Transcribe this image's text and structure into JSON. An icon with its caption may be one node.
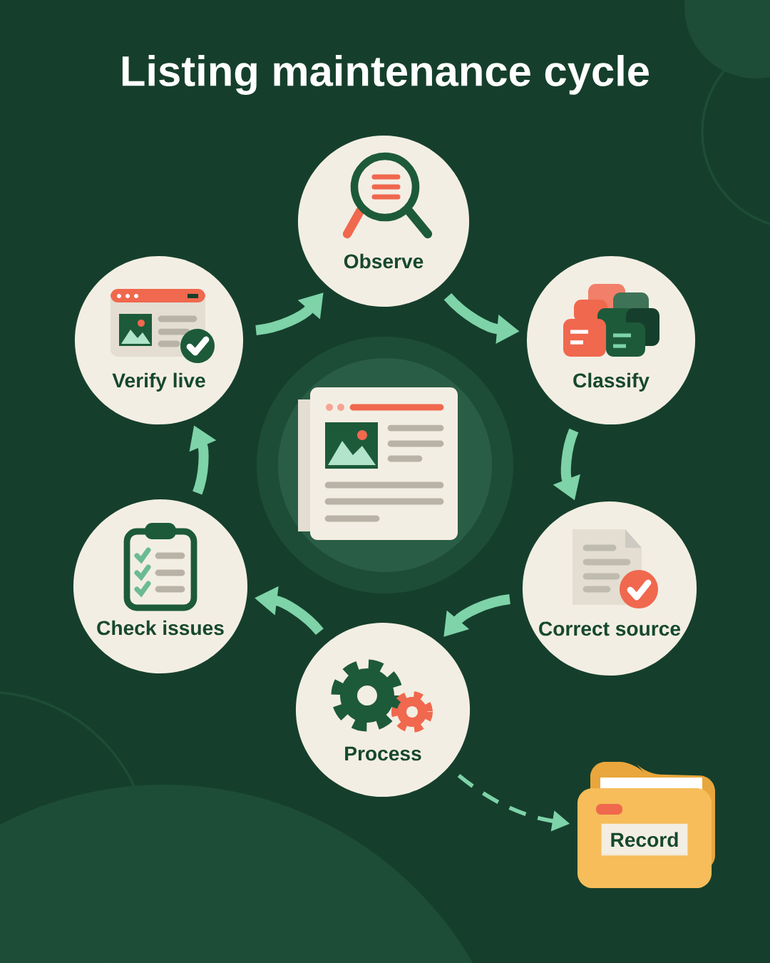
{
  "diagram": {
    "title": "Listing maintenance cycle",
    "nodes": [
      {
        "text": [
          "Observe"
        ]
      },
      {
        "text": [
          "Classify"
        ]
      },
      {
        "text": [
          "Correct source"
        ]
      },
      {
        "text": [
          "Process"
        ]
      },
      {
        "text": [
          "Check issues"
        ]
      },
      {
        "text": [
          "Verify live"
        ]
      },
      {
        "text": [
          "Record"
        ]
      }
    ],
    "edges": [
      {
        "from": 0,
        "to": 1,
        "arrow": "to"
      },
      {
        "from": 1,
        "to": 2,
        "arrow": "to"
      },
      {
        "from": 2,
        "to": 3,
        "arrow": "to"
      },
      {
        "from": 3,
        "to": 4,
        "arrow": "to"
      },
      {
        "from": 4,
        "to": 5,
        "arrow": "to"
      },
      {
        "from": 5,
        "to": 0,
        "arrow": "to"
      },
      {
        "from": 3,
        "to": 6,
        "arrow": "to",
        "style": "dashed"
      }
    ]
  }
}
